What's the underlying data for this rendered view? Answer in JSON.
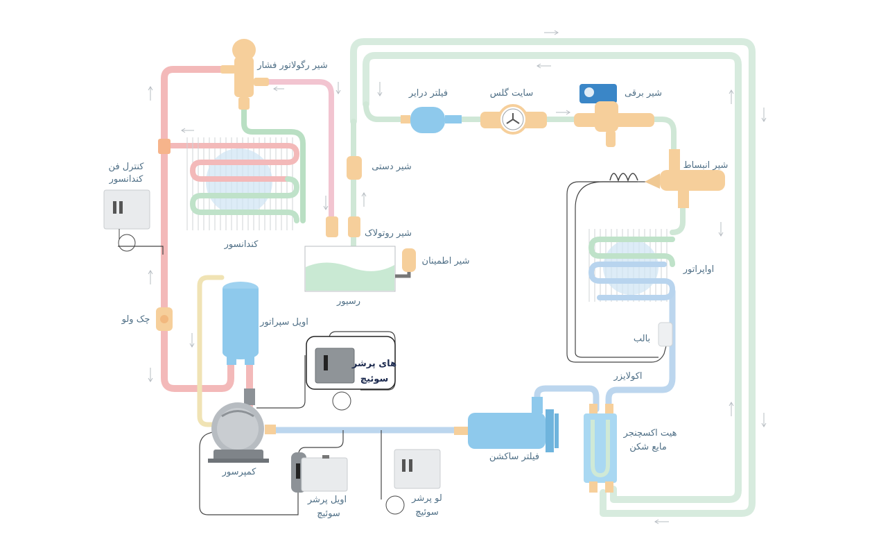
{
  "diagram": {
    "labels": {
      "pressure_regulator_valve": "شیر رگولاتور فشار",
      "filter_drier": "فیلتر درایر",
      "sight_glass": "سایت گلس",
      "solenoid_valve": "شیر برقی",
      "manual_valve": "شیر دستی",
      "expansion_valve": "شیر انبساط",
      "condenser_fan_control_1": "کنترل فن",
      "condenser_fan_control_2": "کندانسور",
      "condenser": "کندانسور",
      "rotolock_valve": "شیر روتولاک",
      "safety_valve": "شیر اطمینان",
      "receiver": "رسیور",
      "evaporator": "اواپراتور",
      "check_valve": "چک ولو",
      "oil_separator": "اویل سپراتور",
      "high_pressure_switch_1": "های پرشر",
      "high_pressure_switch_2": "سوئیچ",
      "bulb": "بالب",
      "equalizer": "اکولایزر",
      "heat_exchanger_1": "هیت اکسچنجر",
      "heat_exchanger_2": "مایع شکن",
      "suction_filter": "فیلتر ساکشن",
      "compressor": "کمپرسور",
      "oil_pressure_switch_1": "اویل پرشر",
      "oil_pressure_switch_2": "سوئیچ",
      "low_pressure_switch_1": "لو پرشر",
      "low_pressure_switch_2": "سوئیچ"
    },
    "colors": {
      "hot_gas": "#f3b5b5",
      "liquid": "#cfe7d6",
      "suction": "#b8d4ee",
      "oil": "#efe2b0",
      "component_blue": "#8ec9ec",
      "brass": "#f6cf9b"
    }
  }
}
